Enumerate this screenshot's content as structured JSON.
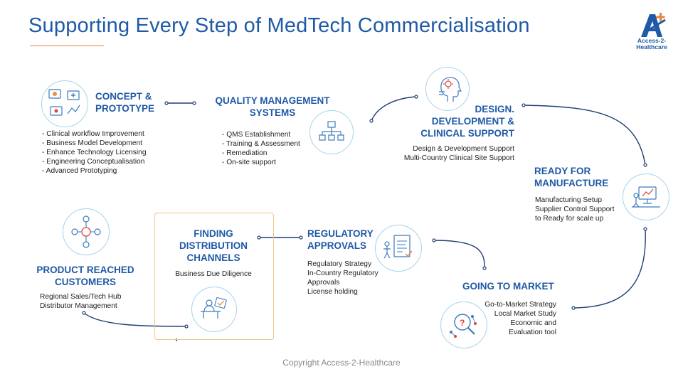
{
  "title": "Supporting Every Step of MedTech Commercialisation",
  "logo": {
    "line1": "Access-2-",
    "line2": "Healthcare",
    "icon_name": "a-plus-logo-icon"
  },
  "copyright": "Copyright Access-2-Healthcare",
  "colors": {
    "heading": "#1f5aa6",
    "accent_orange": "#e8833a",
    "circle_border": "#a6d4ec",
    "connector": "#1f3e73"
  },
  "steps": {
    "concept": {
      "heading_lines": [
        "CONCEPT &",
        "PROTOTYPE"
      ],
      "items": [
        "- Clinical workflow Improvement",
        "- Business Model Development",
        "- Enhance Technology Licensing",
        "- Engineering Conceptualisation",
        "- Advanced Prototyping"
      ],
      "icon_name": "hospital-workflow-icon"
    },
    "qms": {
      "heading_lines": [
        "QUALITY MANAGEMENT",
        "SYSTEMS"
      ],
      "items": [
        "- QMS Establishment",
        "- Training & Assessment",
        "- Remediation",
        "- On-site support"
      ],
      "icon_name": "org-chart-icon"
    },
    "design": {
      "heading_lines": [
        "DESIGN.",
        "DEVELOPMENT &",
        "CLINICAL SUPPORT"
      ],
      "items": [
        "Design & Development Support",
        "Multi-Country Clinical Site Support"
      ],
      "icon_name": "head-idea-icon"
    },
    "manufacture": {
      "heading_lines": [
        "READY FOR",
        "MANUFACTURE"
      ],
      "items": [
        "Manufacturing Setup",
        "Supplier Control Support",
        "to Ready for scale up"
      ],
      "icon_name": "manufacturing-monitor-icon"
    },
    "market": {
      "heading_lines": [
        "GOING TO MARKET"
      ],
      "items": [
        "Go-to-Market Strategy",
        "Local Market Study",
        "Economic and",
        "Evaluation tool"
      ],
      "icon_name": "market-research-icon"
    },
    "regulatory": {
      "heading_lines": [
        "REGULATORY",
        "APPROVALS"
      ],
      "items": [
        "Regulatory Strategy",
        "In-Country Regulatory",
        "Approvals",
        "License holding"
      ],
      "icon_name": "regulatory-document-icon"
    },
    "distribution": {
      "heading_lines": [
        "FINDING",
        "DISTRIBUTION",
        "CHANNELS"
      ],
      "items": [
        "Business Due Diligence"
      ],
      "icon_name": "distribution-desk-icon"
    },
    "customers": {
      "heading_lines": [
        "PRODUCT REACHED",
        "CUSTOMERS"
      ],
      "items": [
        "Regional Sales/Tech Hub",
        "Distributor Management"
      ],
      "icon_name": "customer-network-icon"
    }
  }
}
